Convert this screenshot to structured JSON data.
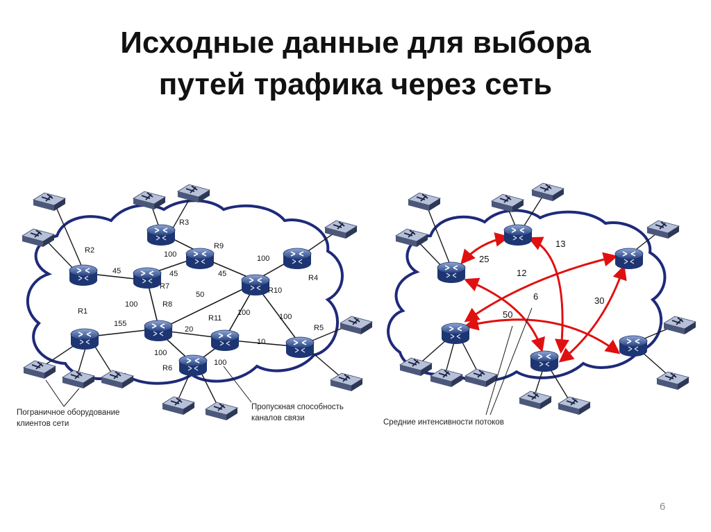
{
  "slide": {
    "title_line1": "Исходные данные для выбора",
    "title_line2": "путей трафика через сеть",
    "page_number": "6"
  },
  "left_diagram": {
    "routers": {
      "R1": "R1",
      "R2": "R2",
      "R3": "R3",
      "R4": "R4",
      "R5": "R5",
      "R6": "R6",
      "R7": "R7",
      "R8": "R8",
      "R9": "R9",
      "R10": "R10",
      "R11": "R11"
    },
    "capacities": {
      "r2_r7": "45",
      "r3_r9": "100",
      "r7_r9": "45",
      "r9_r10": "45",
      "r10_r4": "100",
      "r8_r10": "50",
      "r7_r8": "100",
      "r1_r8": "155",
      "r8_r11": "20",
      "r11_r10": "100",
      "r10_r5": "100",
      "r11_r5": "10",
      "r8_r6": "100",
      "r6_r11": "100"
    },
    "caption_border_equipment_line1": "Пограничное оборудование",
    "caption_border_equipment_line2": "клиентов сети",
    "caption_capacity_line1": "Пропускная способность",
    "caption_capacity_line2": "каналов связи"
  },
  "right_diagram": {
    "flows": {
      "f25": "25",
      "f13": "13",
      "f12": "12",
      "f6": "6",
      "f30": "30",
      "f50": "50"
    },
    "caption_flows": "Средние интенсивности потоков"
  },
  "colors": {
    "cloud_stroke": "#1e2a7a",
    "router_fill": "#2f4fa0",
    "flow_arrow": "#e01010",
    "link": "#1a1a1a"
  }
}
